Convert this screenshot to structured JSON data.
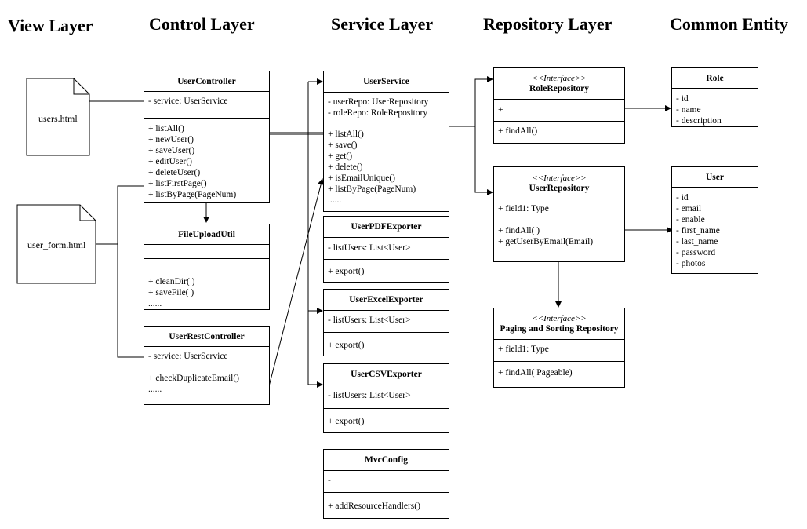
{
  "layers": {
    "view": "View Layer",
    "control": "Control Layer",
    "service": "Service Layer",
    "repository": "Repository Layer",
    "entity": "Common Entity"
  },
  "files": {
    "users": "users.html",
    "user_form": "user_form.html"
  },
  "user_controller": {
    "name": "UserController",
    "attributes": [
      "- service: UserService"
    ],
    "methods": [
      "+ listAll()",
      "+ newUser()",
      "+ saveUser()",
      "+ editUser()",
      "+ deleteUser()",
      "+ listFirstPage()",
      "+ listByPage(PageNum)"
    ]
  },
  "file_upload_util": {
    "name": "FileUploadUtil",
    "attributes": [],
    "methods": [
      "+ cleanDir( )",
      "+ saveFile( )",
      "......"
    ]
  },
  "user_rest_controller": {
    "name": "UserRestController",
    "attributes": [
      "- service: UserService"
    ],
    "methods": [
      "+ checkDuplicateEmail()",
      "......"
    ]
  },
  "user_service": {
    "name": "UserService",
    "attributes": [
      "- userRepo: UserRepository",
      "- roleRepo: RoleRepository"
    ],
    "methods": [
      "+ listAll()",
      "+ save()",
      "+ get()",
      "+ delete()",
      "+ isEmailUnique()",
      "+ listByPage(PageNum)",
      "......"
    ]
  },
  "user_pdf_exporter": {
    "name": "UserPDFExporter",
    "attributes": [
      "- listUsers: List<User>"
    ],
    "methods": [
      "+ export()"
    ]
  },
  "user_excel_exporter": {
    "name": "UserExcelExporter",
    "attributes": [
      "- listUsers: List<User>"
    ],
    "methods": [
      "+ export()"
    ]
  },
  "user_csv_exporter": {
    "name": "UserCSVExporter",
    "attributes": [
      "- listUsers: List<User>"
    ],
    "methods": [
      "+ export()"
    ]
  },
  "mvc_config": {
    "name": "MvcConfig",
    "attributes": [
      "-"
    ],
    "methods": [
      "+ addResourceHandlers()"
    ]
  },
  "role_repository": {
    "stereotype": "<<Interface>>",
    "name": "RoleRepository",
    "attributes": [
      "+"
    ],
    "methods": [
      "+ findAll()"
    ]
  },
  "user_repository": {
    "stereotype": "<<Interface>>",
    "name": "UserRepository",
    "attributes": [
      "+ field1: Type"
    ],
    "methods": [
      "+ findAll( )",
      "+ getUserByEmail(Email)"
    ]
  },
  "paging_repository": {
    "stereotype": "<<Interface>>",
    "name": "Paging and Sorting Repository",
    "attributes": [
      "+ field1: Type"
    ],
    "methods": [
      "+ findAll( Pageable)"
    ]
  },
  "role_entity": {
    "name": "Role",
    "fields": [
      "- id",
      "- name",
      "- description"
    ]
  },
  "user_entity": {
    "name": "User",
    "fields": [
      "- id",
      "- email",
      "- enable",
      "- first_name",
      "- last_name",
      "- password",
      "- photos"
    ]
  }
}
